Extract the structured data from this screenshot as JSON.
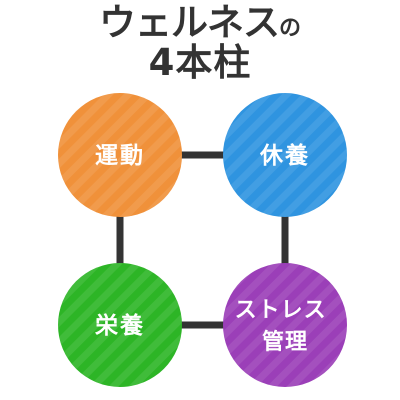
{
  "title": {
    "line1_main": "ウェルネス",
    "line1_particle": "の",
    "line2": "4本柱"
  },
  "pillars": [
    {
      "id": "exercise",
      "label_lines": [
        "運動"
      ],
      "color": "#F0913A"
    },
    {
      "id": "rest",
      "label_lines": [
        "休養"
      ],
      "color": "#2F94E0"
    },
    {
      "id": "nutrition",
      "label_lines": [
        "栄養"
      ],
      "color": "#2DB526"
    },
    {
      "id": "stress",
      "label_lines": [
        "ストレス",
        "管理"
      ],
      "color": "#9B3FB8"
    }
  ],
  "connector_color": "#333333"
}
